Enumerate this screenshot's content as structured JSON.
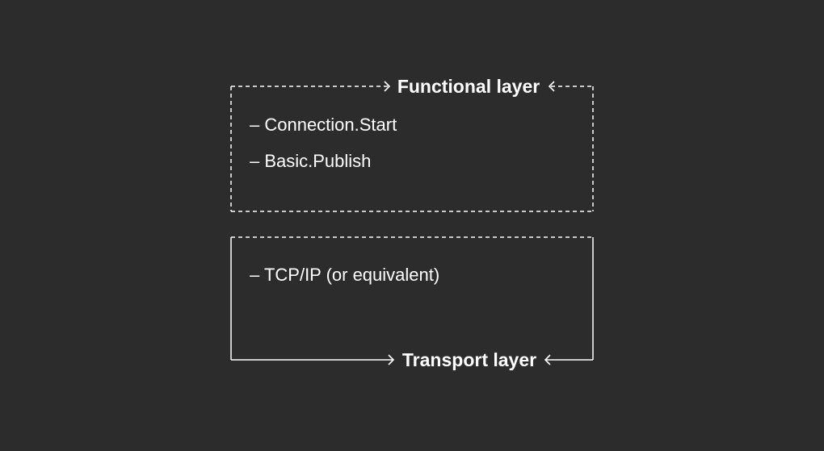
{
  "colors": {
    "background": "#2c2c2c",
    "foreground": "#ffffff"
  },
  "functional_layer": {
    "title": "Functional layer",
    "border_style": "dashed",
    "items": [
      "– Connection.Start",
      "– Basic.Publish"
    ]
  },
  "transport_layer": {
    "title": "Transport layer",
    "border_style": "solid",
    "items": [
      "– TCP/IP (or equivalent)"
    ]
  },
  "icons": {
    "title_pointer_left": "arrow-right-icon",
    "title_pointer_right": "arrow-left-icon"
  }
}
